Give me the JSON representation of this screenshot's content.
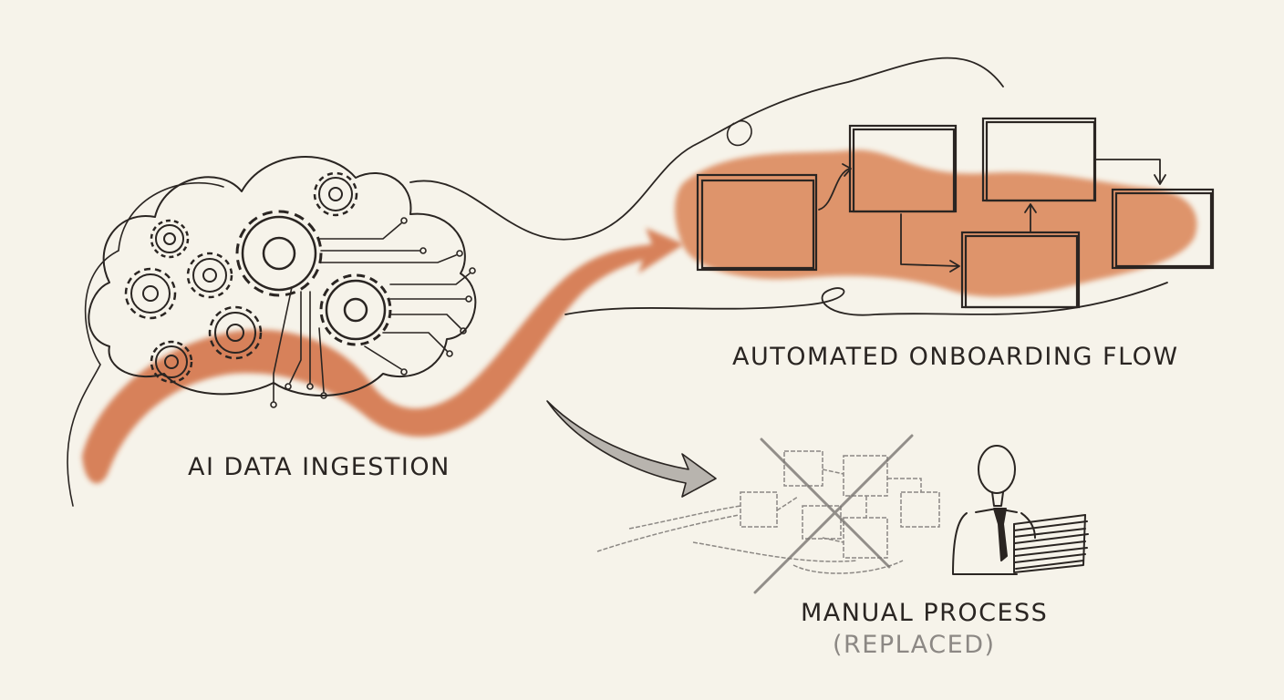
{
  "labels": {
    "ingestion": "AI DATA INGESTION",
    "automated": "AUTOMATED ONBOARDING FLOW",
    "manual": "MANUAL PROCESS",
    "replaced": "REPLACED"
  },
  "colors": {
    "background": "#f6f3ea",
    "ink": "#2a2522",
    "accent": "#d0602a",
    "faded": "#8c8884"
  }
}
